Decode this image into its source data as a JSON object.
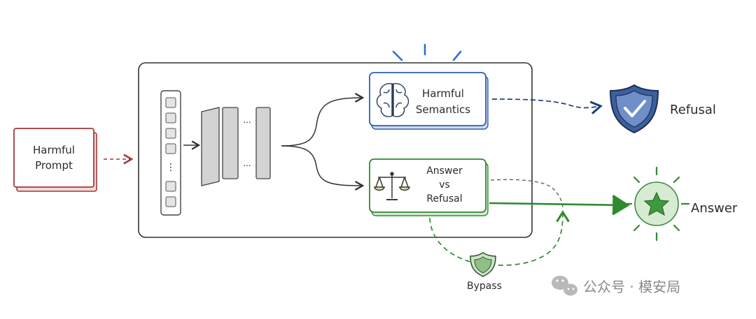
{
  "diagram": {
    "input": {
      "line1": "Harmful",
      "line2": "Prompt"
    },
    "semantics": {
      "line1": "Harmful",
      "line2": "Semantics",
      "icon": "brain-icon"
    },
    "decision": {
      "line1": "Answer",
      "line2": "vs",
      "line3": "Refusal",
      "icon": "scales-icon"
    },
    "outputs": {
      "refusal": "Refusal",
      "answer": "Answer",
      "refusal_icon": "shield-check-icon",
      "answer_icon": "star-badge-icon"
    },
    "bypass": {
      "label": "Bypass",
      "icon": "shield-icon"
    },
    "model": {
      "dots": "...",
      "vertical_dots": "⋮"
    },
    "watermark": "公众号 · 模安局",
    "colors": {
      "input": "#a33a3a",
      "semantics": "#2e5fb8",
      "decision": "#2f8a2f",
      "ink": "#2b2b2b",
      "dashed": "#555555"
    }
  }
}
